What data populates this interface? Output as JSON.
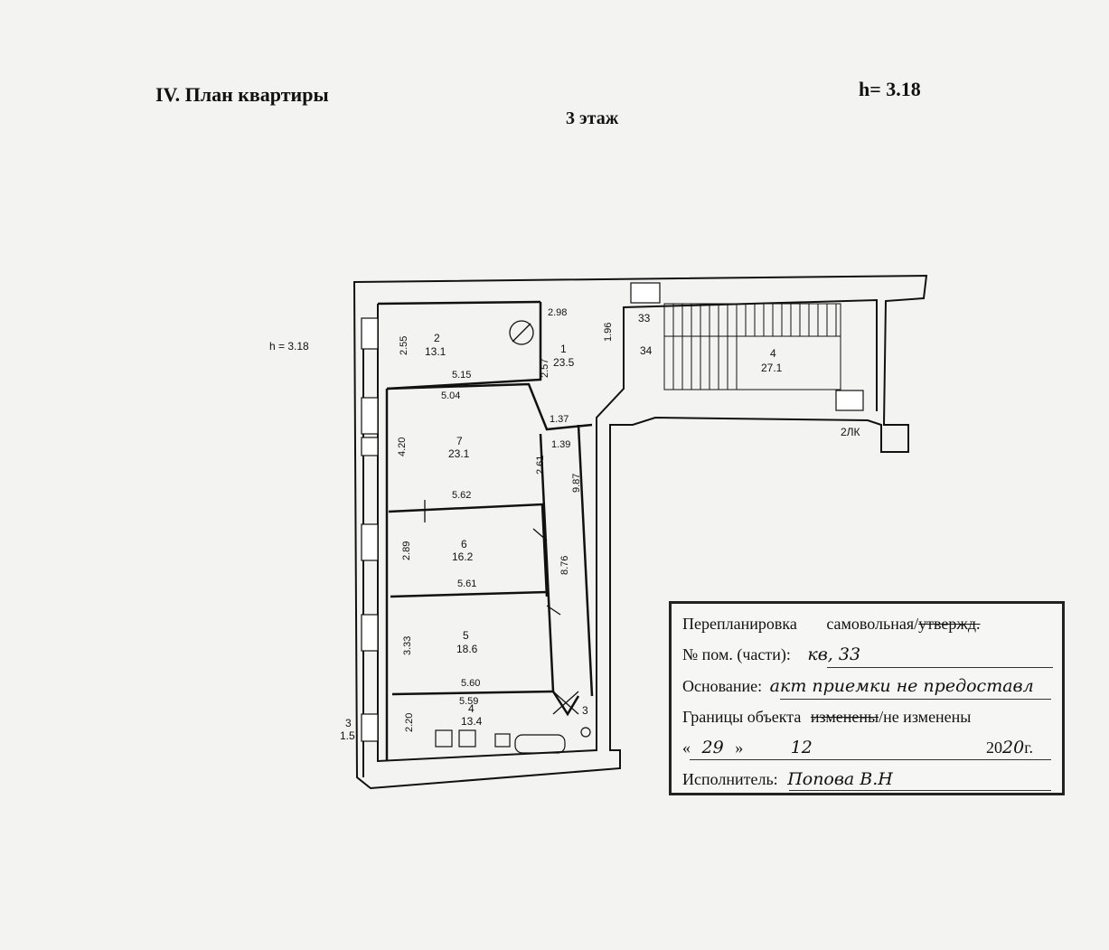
{
  "header": {
    "title": "IV. План квартиры",
    "floor": "3 этаж",
    "ceiling_height": "h= 3.18"
  },
  "plan": {
    "side_height": "h = 3.18",
    "rooms": [
      {
        "id": "room-2",
        "number": "2",
        "area": "13.1",
        "dims": [
          "2.55",
          "5.15"
        ]
      },
      {
        "id": "room-1",
        "number": "1",
        "area": "23.5",
        "dims": [
          "2.98",
          "1.96",
          "2.57"
        ]
      },
      {
        "id": "room-7",
        "number": "7",
        "area": "23.1",
        "dims": [
          "5.04",
          "4.20",
          "5.62",
          "2.61"
        ]
      },
      {
        "id": "room-6",
        "number": "6",
        "area": "16.2",
        "dims": [
          "2.89",
          "5.61",
          "8.76"
        ]
      },
      {
        "id": "room-5",
        "number": "5",
        "area": "18.6",
        "dims": [
          "3.33",
          "5.60"
        ]
      },
      {
        "id": "room-4-kitchen",
        "number": "4",
        "area": "13.4",
        "dims": [
          "5.59",
          "2.20"
        ]
      },
      {
        "id": "room-stair",
        "number": "4",
        "area": "27.1"
      }
    ],
    "corridor": {
      "dims": [
        "1.37",
        "1.39",
        "9.87"
      ]
    },
    "flat_labels": [
      "33",
      "34"
    ],
    "stair_label": "2ЛК",
    "bath_label": "3",
    "outside_label": {
      "number": "3",
      "area": "1.5"
    }
  },
  "stamp": {
    "line1_prefix": "Перепланировка",
    "line1_mid": "самовольная/",
    "line1_struck": "утвержд.",
    "line2_label": "№ пом. (части):",
    "line2_value": "кв, 33",
    "line3_label": "Основание:",
    "line3_value": "акт приемки не предоставл",
    "line4_label": "Границы объекта",
    "line4_struck": "изменены",
    "line4_suffix": "/не изменены",
    "line5_open": "«",
    "line5_day": "29",
    "line5_close": "»",
    "line5_month": "12",
    "line5_year_prefix": "20",
    "line5_year": "20",
    "line5_suffix": "г.",
    "line6_label": "Исполнитель:",
    "line6_value": "Попова В.Н"
  }
}
